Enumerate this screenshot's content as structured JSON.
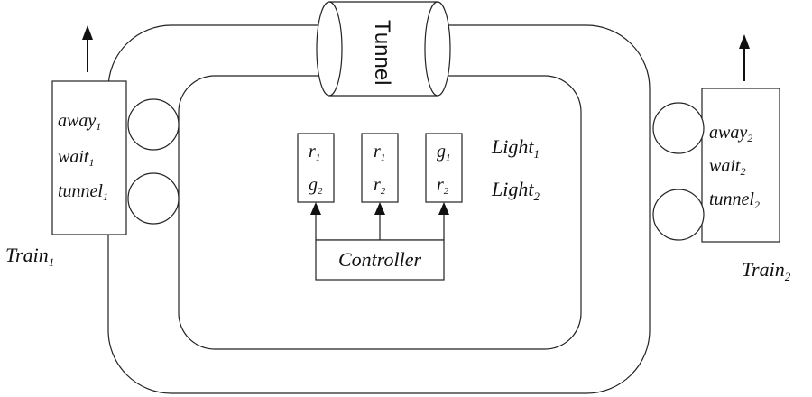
{
  "tunnel": {
    "label": "Tunnel"
  },
  "train1": {
    "name": "Train",
    "name_sub": "1",
    "states": [
      {
        "text": "away",
        "sub": "1"
      },
      {
        "text": "wait",
        "sub": "1"
      },
      {
        "text": "tunnel",
        "sub": "1"
      }
    ]
  },
  "train2": {
    "name": "Train",
    "name_sub": "2",
    "states": [
      {
        "text": "away",
        "sub": "2"
      },
      {
        "text": "wait",
        "sub": "2"
      },
      {
        "text": "tunnel",
        "sub": "2"
      }
    ]
  },
  "lights": {
    "columns": [
      {
        "top": "r",
        "top_sub": "1",
        "bottom": "g",
        "bottom_sub": "2"
      },
      {
        "top": "r",
        "top_sub": "1",
        "bottom": "r",
        "bottom_sub": "2"
      },
      {
        "top": "g",
        "top_sub": "1",
        "bottom": "r",
        "bottom_sub": "2"
      }
    ],
    "light1": {
      "text": "Light",
      "sub": "1"
    },
    "light2": {
      "text": "Light",
      "sub": "2"
    }
  },
  "controller": {
    "label": "Controller"
  }
}
